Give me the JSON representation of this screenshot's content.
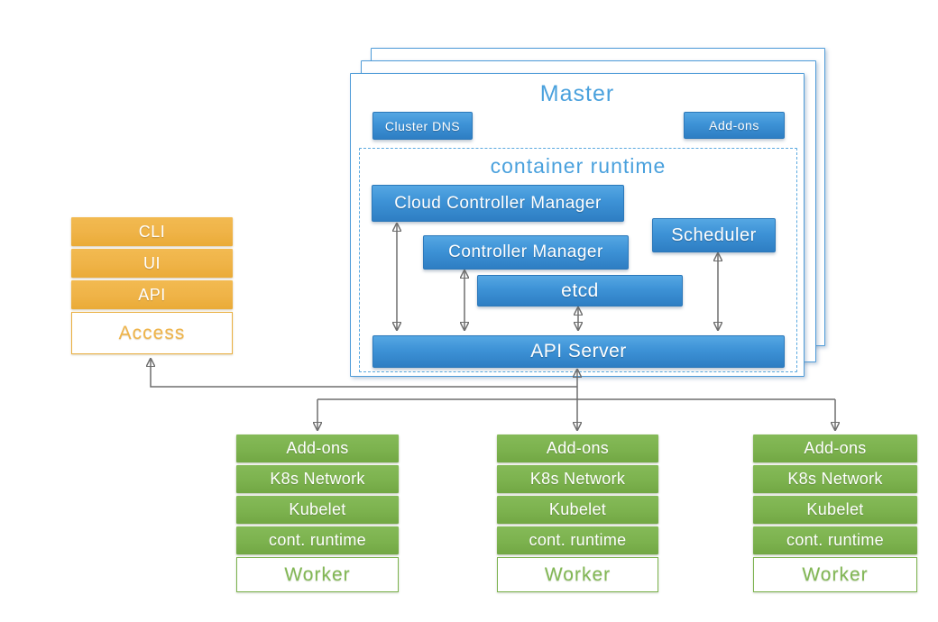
{
  "master": {
    "title": "Master",
    "cluster_dns": "Cluster DNS",
    "addons": "Add-ons",
    "container_runtime_label": "container runtime",
    "components": {
      "cloud_controller_manager": "Cloud Controller Manager",
      "controller_manager": "Controller Manager",
      "scheduler": "Scheduler",
      "etcd": "etcd",
      "api_server": "API Server"
    }
  },
  "access_stack": {
    "rows": [
      "CLI",
      "UI",
      "API"
    ],
    "footer": "Access"
  },
  "workers": [
    {
      "rows": [
        "Add-ons",
        "K8s Network",
        "Kubelet",
        "cont. runtime"
      ],
      "footer": "Worker"
    },
    {
      "rows": [
        "Add-ons",
        "K8s Network",
        "Kubelet",
        "cont. runtime"
      ],
      "footer": "Worker"
    },
    {
      "rows": [
        "Add-ons",
        "K8s Network",
        "Kubelet",
        "cont. runtime"
      ],
      "footer": "Worker"
    }
  ],
  "colors": {
    "component_blue": "#3D92D6",
    "outline_blue": "#4E9BD8",
    "title_blue": "#4AA1DD",
    "access_orange": "#EFB347",
    "worker_green": "#7CB24E",
    "connector_gray": "#6E6E6E",
    "box_text": "#FFFFFF",
    "background": "#FFFFFF"
  }
}
